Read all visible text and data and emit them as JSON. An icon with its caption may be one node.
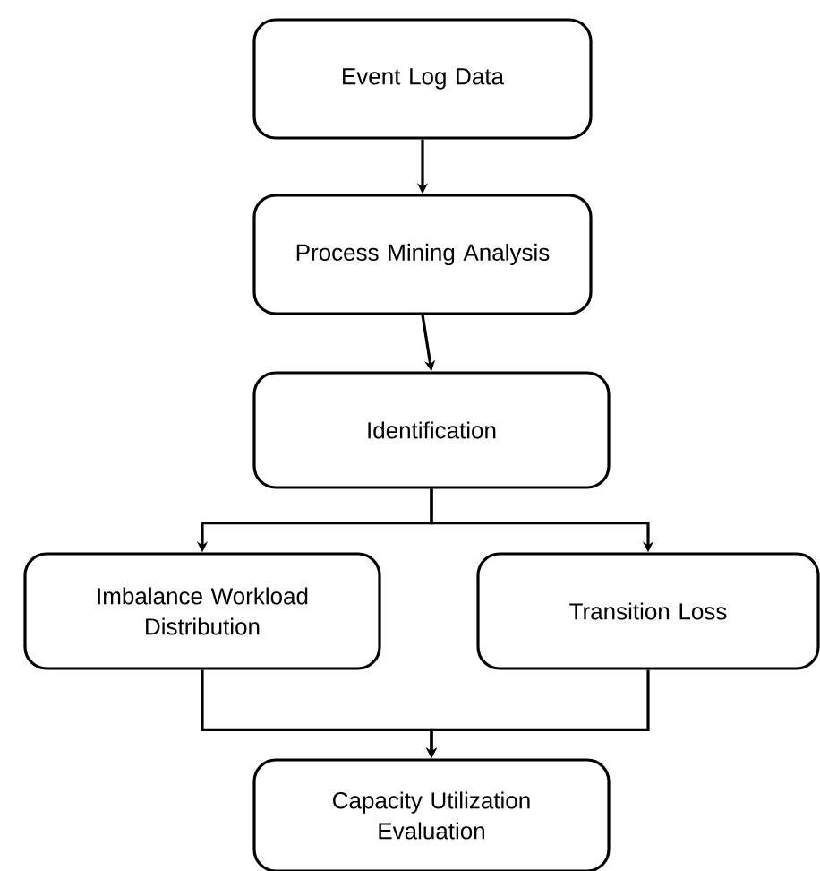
{
  "diagram": {
    "nodes": [
      {
        "text": [
          "Event Log Data"
        ]
      },
      {
        "text": [
          "Process Mining Analysis"
        ]
      },
      {
        "text": [
          "Identification"
        ]
      },
      {
        "text": [
          "Imbalance Workload Distribution"
        ]
      },
      {
        "text": [
          "Transition Loss"
        ]
      },
      {
        "text": [
          "Capacity Utilization Evaluation"
        ]
      }
    ],
    "edges": [
      {
        "from": 0,
        "to": 1,
        "arrow": "to"
      },
      {
        "from": 1,
        "to": 2,
        "arrow": "to"
      },
      {
        "from": 2,
        "to": 3,
        "arrow": "to"
      },
      {
        "from": 2,
        "to": 4,
        "arrow": "to"
      },
      {
        "from": 3,
        "to": 5,
        "arrow": "to"
      },
      {
        "from": 4,
        "to": 5,
        "arrow": "to"
      }
    ]
  }
}
